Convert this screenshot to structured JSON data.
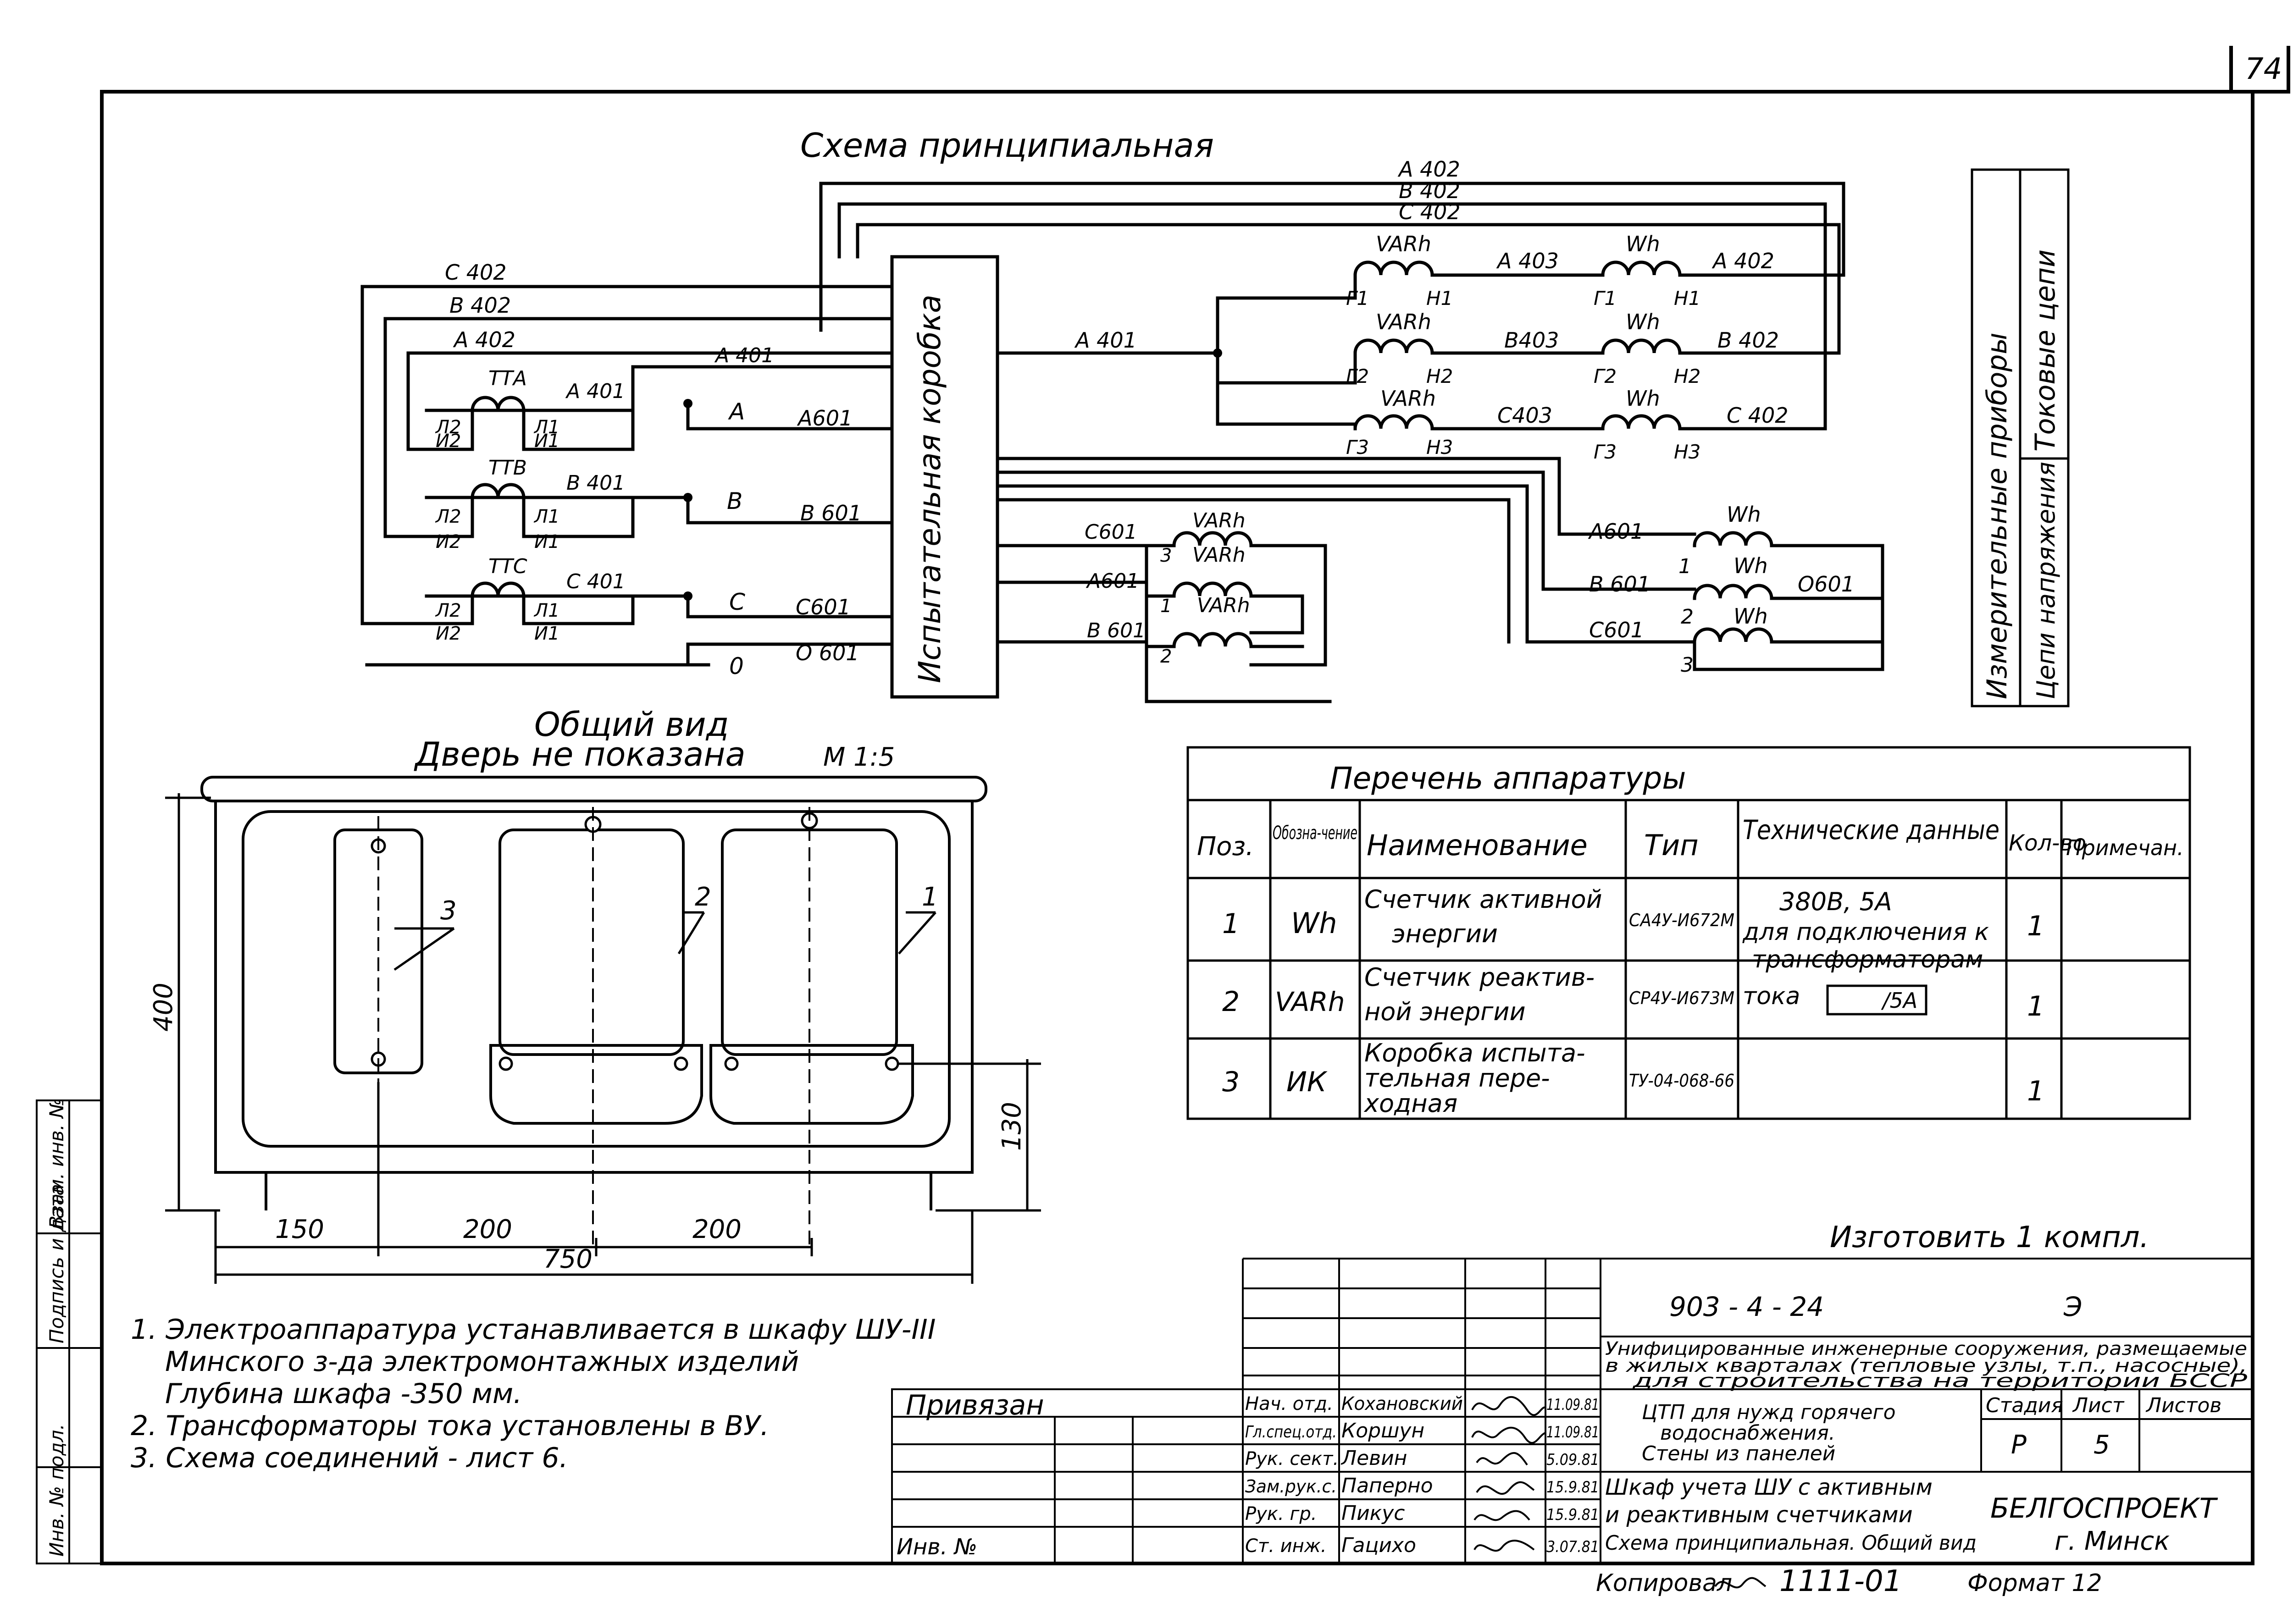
{
  "sheet_number": "74",
  "scheme": {
    "title": "Схема принципиальная",
    "test_box": "Испытательная коробка",
    "ct_names": [
      "ТТА",
      "ТТВ",
      "ТТС"
    ],
    "ct_terminals": {
      "l2": "Л2",
      "l1": "Л1",
      "u2": "И2",
      "u1": "И1"
    },
    "phases": [
      "A",
      "B",
      "C",
      "0"
    ],
    "current_ct_wires": [
      "A 401",
      "B 401",
      "C 401"
    ],
    "wire_labels": {
      "a402": "A 402",
      "b402": "B 402",
      "c402": "C 402",
      "a401": "A 401",
      "a601": "A601",
      "b601": "B 601",
      "c601": "C601",
      "o601": "O 601",
      "a403": "A 403",
      "b403": "B403",
      "c403": "C403",
      "d601": "O601"
    },
    "meters": {
      "varh": "VARh",
      "wh": "Wh"
    },
    "meter_term_g": [
      "Г1",
      "Г2",
      "Г3"
    ],
    "meter_term_n": [
      "Н1",
      "Н2",
      "Н3"
    ],
    "voltage_numbers": [
      "1",
      "2",
      "3"
    ]
  },
  "side_legend": {
    "measuring_devices": "Измерительные приборы",
    "current_circuits": "Токовые цепи",
    "voltage_circuits": "Цепи напряжения"
  },
  "general_view": {
    "title": "Общий вид",
    "subtitle": "Дверь не показана",
    "scale": "М 1:5",
    "dims": {
      "height": "400",
      "w150": "150",
      "w200a": "200",
      "w200b": "200",
      "total": "750",
      "low": "130"
    },
    "callouts": [
      "1",
      "2",
      "3"
    ]
  },
  "equipment_table": {
    "title": "Перечень аппаратуры",
    "headers": [
      "Поз.",
      "Обозна-чение",
      "Наименование",
      "Тип",
      "Технические данные",
      "Кол-во",
      "Примечан."
    ],
    "rows": [
      {
        "pos": "1",
        "designation": "Wh",
        "name_lines": [
          "Счетчик активной",
          "энергии"
        ],
        "type": "СА4У-И672М",
        "qty": "1"
      },
      {
        "pos": "2",
        "designation": "VARh",
        "name_lines": [
          "Счетчик реактив-",
          "ной энергии"
        ],
        "type": "СР4У-И673М",
        "qty": "1"
      },
      {
        "pos": "3",
        "designation": "ИК",
        "name_lines": [
          "Коробка испыта-",
          "тельная пере-",
          "ходная"
        ],
        "type": "ТУ-04-068-66",
        "qty": "1"
      }
    ],
    "tech_data": [
      "380В, 5А",
      "для подключения к",
      "трансформаторам",
      "тока"
    ],
    "tech_box": "/5А",
    "make_note": "Изготовить 1 компл."
  },
  "notes": [
    "1. Электроаппаратура устанавливается в шкафу ШУ-III",
    "Минского з-да электромонтажных изделий",
    "Глубина шкафа -350 мм.",
    "2. Трансформаторы тока установлены в ВУ.",
    "3. Схема соединений - лист 6."
  ],
  "title_block": {
    "project_code": "903 - 4 - 24",
    "section_code": "Э",
    "project_desc": [
      "Унифицированные инженерные сооружения, размещаемые",
      "в жилых кварталах (тепловые узлы, т.п., насосные),",
      "для строительства на территории БССР"
    ],
    "object_desc": [
      "ЦТП для нужд горячего",
      "водоснабжения.",
      "Стены из панелей"
    ],
    "sheet_desc": [
      "Шкаф учета ШУ с активным",
      "и реактивным счетчиками",
      "Схема принципиальная. Общий вид"
    ],
    "stage_header": "Стадия",
    "sheet_header": "Лист",
    "sheets_header": "Листов",
    "stage": "Р",
    "sheet": "5",
    "sheets": "",
    "org": "БЕЛГОСПРОЕКТ",
    "city": "г. Минск",
    "bound": "Привязан",
    "inv": "Инв. №",
    "staff": [
      {
        "role": "Нач. отд.",
        "name": "Кохановский",
        "date": "11.09.81"
      },
      {
        "role": "Гл.спец.отд.",
        "name": "Коршун",
        "date": "11.09.81"
      },
      {
        "role": "Рук. сект.",
        "name": "Левин",
        "date": "5.09.81"
      },
      {
        "role": "Зам.рук.с.",
        "name": "Паперно",
        "date": "15.9.81"
      },
      {
        "role": "Рук. гр.",
        "name": "Пикус",
        "date": "15.9.81"
      },
      {
        "role": "Ст. инж.",
        "name": "Гацихо",
        "date": "3.07.81"
      }
    ],
    "footer": {
      "copied": "Копировал",
      "order": "1111-01",
      "format": "Формат 12"
    },
    "margin": [
      "Инв. № подл.",
      "Подпись и дата",
      "Взам. инв. №"
    ]
  }
}
